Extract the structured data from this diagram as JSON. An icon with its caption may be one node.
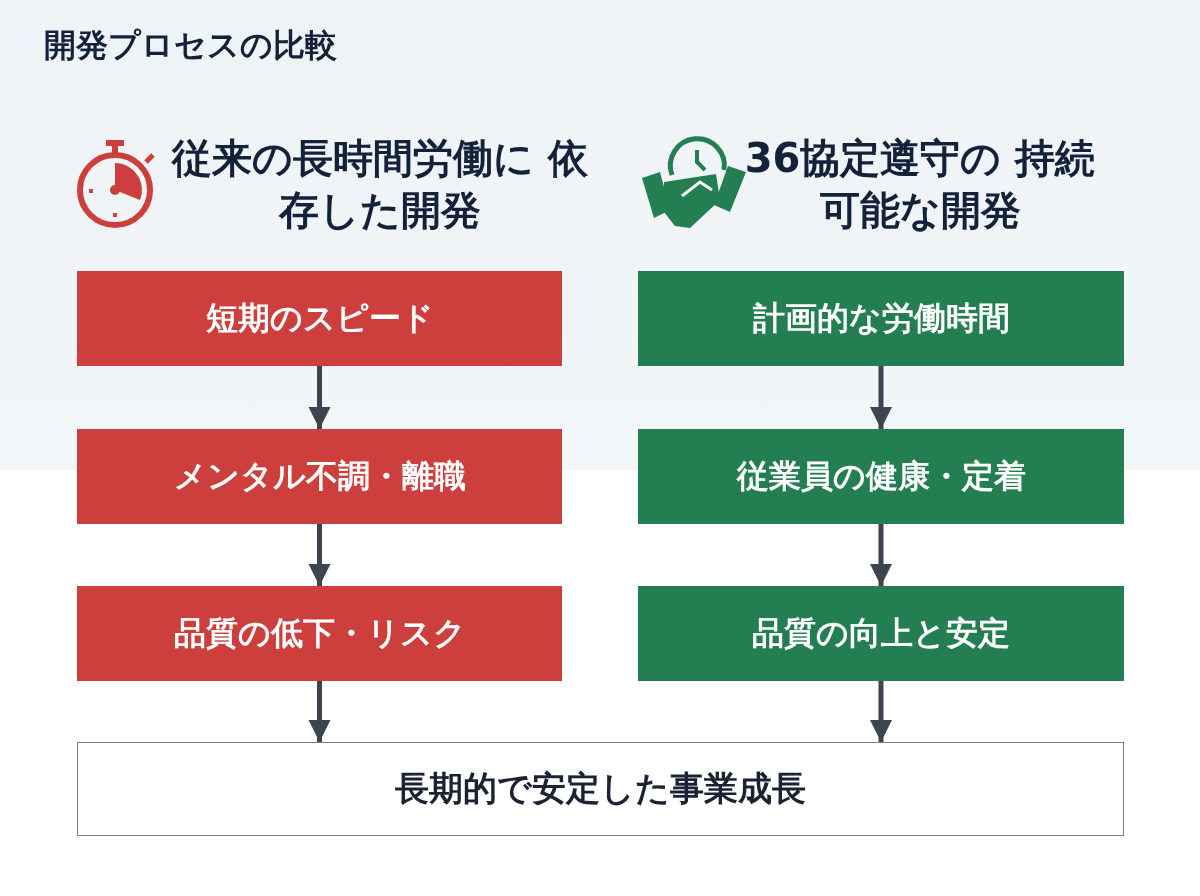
{
  "diagram": {
    "title": "開発プロセスの比較",
    "nodes": [
      {
        "text": [
          "短期のスピード"
        ]
      },
      {
        "text": [
          "メンタル不調・離職"
        ]
      },
      {
        "text": [
          "品質の低下・リスク"
        ]
      },
      {
        "text": [
          "計画的な労働時間"
        ]
      },
      {
        "text": [
          "従業員の健康・定着"
        ]
      },
      {
        "text": [
          "品質の向上と安定"
        ]
      },
      {
        "text": [
          "長期的で安定した事業成長"
        ]
      }
    ],
    "edges": [
      {
        "from": 0,
        "to": 1,
        "arrow": "to"
      },
      {
        "from": 1,
        "to": 2,
        "arrow": "to"
      },
      {
        "from": 3,
        "to": 4,
        "arrow": "to"
      },
      {
        "from": 4,
        "to": 5,
        "arrow": "to"
      },
      {
        "from": 2,
        "to": 6,
        "arrow": "to"
      },
      {
        "from": 5,
        "to": 6,
        "arrow": "to"
      }
    ],
    "labels": [
      "従来の長時間労働に 依存した開発",
      "36協定遵守の 持続可能な開発"
    ]
  }
}
